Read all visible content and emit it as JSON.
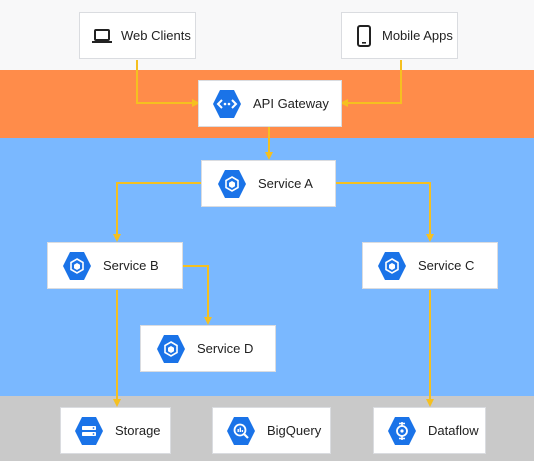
{
  "colors": {
    "top_band": "#f8f8f9",
    "gateway_band": "#ff8c4a",
    "services_band": "#7ab8ff",
    "data_band": "#c9c9c9",
    "connector": "#f5c020",
    "icon_blue": "#1a73e8"
  },
  "nodes": {
    "web_clients": {
      "label": "Web Clients",
      "icon": "laptop-icon"
    },
    "mobile_apps": {
      "label": "Mobile Apps",
      "icon": "phone-icon"
    },
    "api_gateway": {
      "label": "API Gateway",
      "icon": "api-gateway-hexagon-icon"
    },
    "service_a": {
      "label": "Service A",
      "icon": "service-hexagon-icon"
    },
    "service_b": {
      "label": "Service B",
      "icon": "service-hexagon-icon"
    },
    "service_c": {
      "label": "Service C",
      "icon": "service-hexagon-icon"
    },
    "service_d": {
      "label": "Service D",
      "icon": "service-hexagon-icon"
    },
    "storage": {
      "label": "Storage",
      "icon": "storage-hexagon-icon"
    },
    "bigquery": {
      "label": "BigQuery",
      "icon": "bigquery-hexagon-icon"
    },
    "dataflow": {
      "label": "Dataflow",
      "icon": "dataflow-hexagon-icon"
    }
  },
  "edges": [
    {
      "from": "Web Clients",
      "to": "API Gateway"
    },
    {
      "from": "Mobile Apps",
      "to": "API Gateway"
    },
    {
      "from": "API Gateway",
      "to": "Service A"
    },
    {
      "from": "Service A",
      "to": "Service B"
    },
    {
      "from": "Service A",
      "to": "Service C"
    },
    {
      "from": "Service B",
      "to": "Service D"
    },
    {
      "from": "Service B",
      "to": "Storage"
    },
    {
      "from": "Service C",
      "to": "Dataflow"
    }
  ]
}
